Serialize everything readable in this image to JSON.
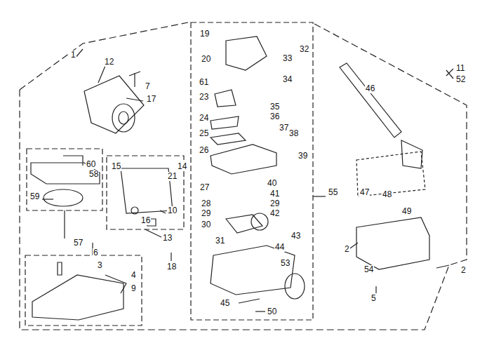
{
  "diagram": {
    "labels": [
      "1",
      "12",
      "19",
      "11",
      "52",
      "20",
      "33",
      "32",
      "7",
      "61",
      "34",
      "46",
      "17",
      "23",
      "35",
      "24",
      "36",
      "25",
      "37",
      "38",
      "26",
      "39",
      "60",
      "58",
      "15",
      "14",
      "21",
      "27",
      "40",
      "41",
      "55",
      "47",
      "48",
      "49",
      "28",
      "29",
      "29",
      "42",
      "30",
      "59",
      "10",
      "16",
      "31",
      "43",
      "44",
      "53",
      "13",
      "18",
      "57",
      "6",
      "2",
      "3",
      "4",
      "9",
      "54",
      "2",
      "5",
      "45",
      "50"
    ]
  }
}
